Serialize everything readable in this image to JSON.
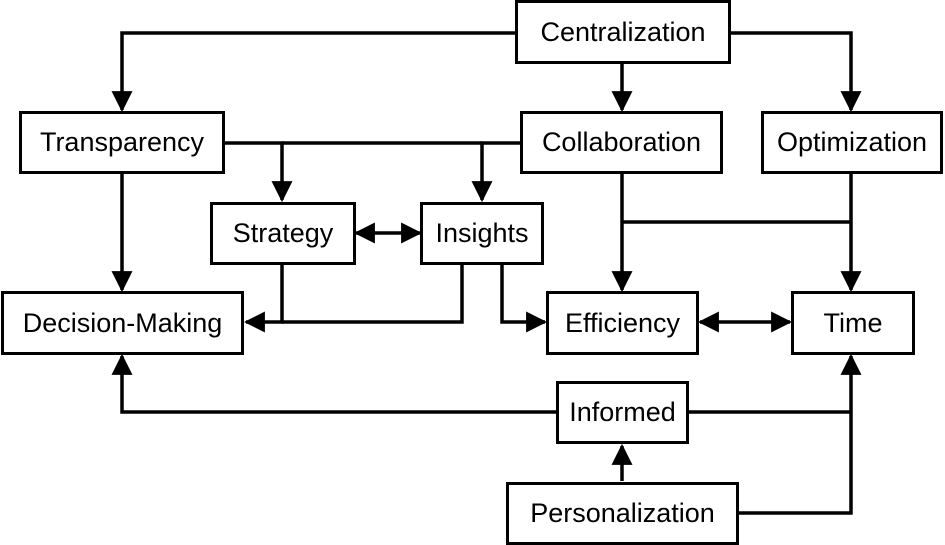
{
  "nodes": {
    "centralization": "Centralization",
    "transparency": "Transparency",
    "collaboration": "Collaboration",
    "optimization": "Optimization",
    "strategy": "Strategy",
    "insights": "Insights",
    "decision_making": "Decision-Making",
    "efficiency": "Efficiency",
    "time": "Time",
    "informed": "Informed",
    "personalization": "Personalization"
  },
  "edges": [
    {
      "from": "Centralization",
      "to": "Transparency"
    },
    {
      "from": "Centralization",
      "to": "Collaboration"
    },
    {
      "from": "Centralization",
      "to": "Optimization"
    },
    {
      "from": "Transparency",
      "to": "Decision-Making"
    },
    {
      "from": "Transparency",
      "to": "Strategy"
    },
    {
      "from": "Collaboration",
      "to": "Insights"
    },
    {
      "from": "Collaboration",
      "to": "Efficiency"
    },
    {
      "from": "Collaboration",
      "to": "Time"
    },
    {
      "from": "Optimization",
      "to": "Time"
    },
    {
      "from": "Strategy",
      "to": "Insights",
      "bidirectional": true
    },
    {
      "from": "Strategy",
      "to": "Decision-Making"
    },
    {
      "from": "Insights",
      "to": "Decision-Making"
    },
    {
      "from": "Insights",
      "to": "Efficiency"
    },
    {
      "from": "Efficiency",
      "to": "Time",
      "bidirectional": true
    },
    {
      "from": "Informed",
      "to": "Decision-Making"
    },
    {
      "from": "Informed",
      "to": "Time"
    },
    {
      "from": "Personalization",
      "to": "Informed"
    },
    {
      "from": "Personalization",
      "to": "Time"
    }
  ],
  "colors": {
    "stroke": "#000000",
    "fill": "#ffffff",
    "text": "#000000"
  }
}
